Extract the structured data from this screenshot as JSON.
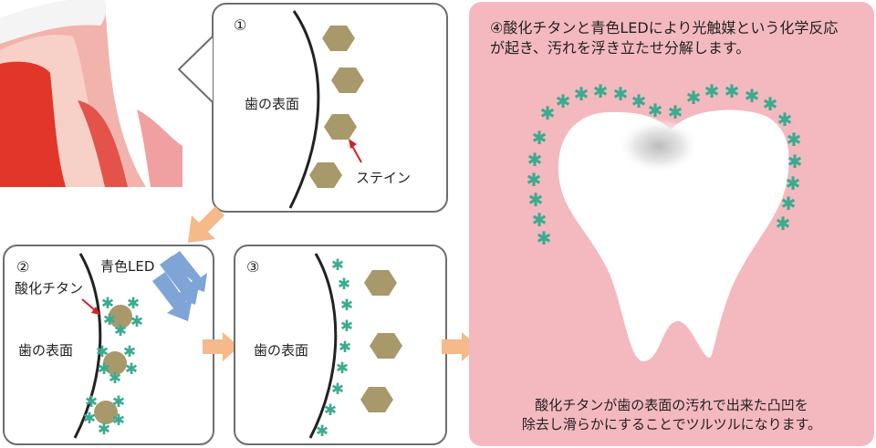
{
  "panel1": {
    "number": "①",
    "surface_label": "歯の表面",
    "stain_label": "ステイン"
  },
  "panel2": {
    "number": "②",
    "led_label": "青色LED",
    "tio2_label": "酸化チタン",
    "surface_label": "歯の表面"
  },
  "panel3": {
    "number": "③",
    "surface_label": "歯の表面"
  },
  "panel4": {
    "line1": "④酸化チタンと青色LEDにより光触媒という化学反応",
    "line2": "が起き、汚れを浮き立たせ分解します。",
    "caption1": "酸化チタンが歯の表面の汚れで出来た凸凹を",
    "caption2": "除去し滑らかにすることでツルツルになります。"
  },
  "colors": {
    "stain": "#a8996a",
    "asterisk": "#3aab8f",
    "arrow": "#f5b98a",
    "led_arrow": "#7fa5d6",
    "red_arrow": "#d4202a",
    "panel_bg": "#f4b8bf",
    "gum": "#f0a0a0",
    "pulp": "#e2362a"
  }
}
